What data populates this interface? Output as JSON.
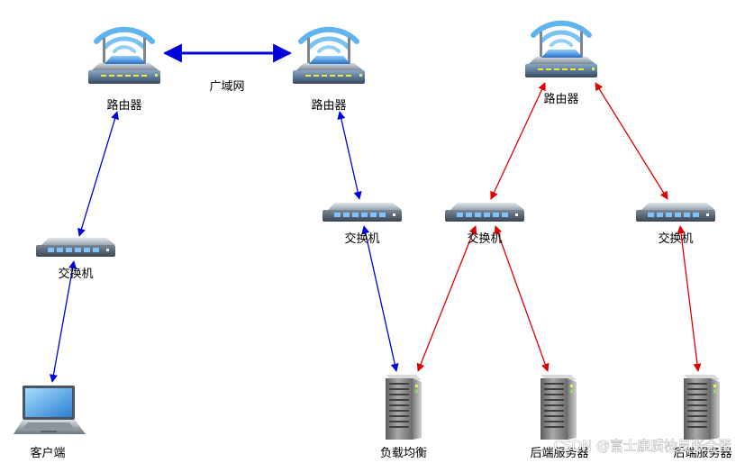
{
  "labels": {
    "router": "路由器",
    "switch": "交换机",
    "wan": "广域网",
    "client": "客户端",
    "load_balancer": "负载均衡",
    "backend_server": "后端服务器"
  },
  "watermark": "CSDN @富士康质检员张全蛋",
  "colors": {
    "client_path": "#0000dd",
    "server_path": "#e00000",
    "wifi_arc": "#5fb4ee",
    "device_blue": "#3f86d6"
  },
  "nodes": [
    {
      "id": "router-1",
      "kind": "router",
      "label_key": "router"
    },
    {
      "id": "router-2",
      "kind": "router",
      "label_key": "router"
    },
    {
      "id": "router-3",
      "kind": "router",
      "label_key": "router"
    },
    {
      "id": "switch-client",
      "kind": "switch",
      "label_key": "switch"
    },
    {
      "id": "switch-2",
      "kind": "switch",
      "label_key": "switch"
    },
    {
      "id": "switch-3",
      "kind": "switch",
      "label_key": "switch"
    },
    {
      "id": "switch-4",
      "kind": "switch",
      "label_key": "switch"
    },
    {
      "id": "laptop-client",
      "kind": "laptop",
      "label_key": "client"
    },
    {
      "id": "server-lb",
      "kind": "server",
      "label_key": "load_balancer"
    },
    {
      "id": "server-backend-1",
      "kind": "server",
      "label_key": "backend_server"
    },
    {
      "id": "server-backend-2",
      "kind": "server",
      "label_key": "backend_server"
    }
  ],
  "edges": [
    {
      "from": "router-1",
      "to": "router-2",
      "color_key": "client_path",
      "label_key": "wan"
    },
    {
      "from": "router-1",
      "to": "switch-client",
      "color_key": "client_path"
    },
    {
      "from": "switch-client",
      "to": "laptop-client",
      "color_key": "client_path"
    },
    {
      "from": "router-2",
      "to": "switch-2",
      "color_key": "client_path"
    },
    {
      "from": "switch-2",
      "to": "server-lb",
      "color_key": "client_path"
    },
    {
      "from": "server-lb",
      "to": "switch-3",
      "color_key": "server_path"
    },
    {
      "from": "switch-3",
      "to": "router-3",
      "color_key": "server_path"
    },
    {
      "from": "router-3",
      "to": "switch-4",
      "color_key": "server_path"
    },
    {
      "from": "switch-3",
      "to": "server-backend-1",
      "color_key": "server_path"
    },
    {
      "from": "switch-4",
      "to": "server-backend-2",
      "color_key": "server_path"
    }
  ]
}
